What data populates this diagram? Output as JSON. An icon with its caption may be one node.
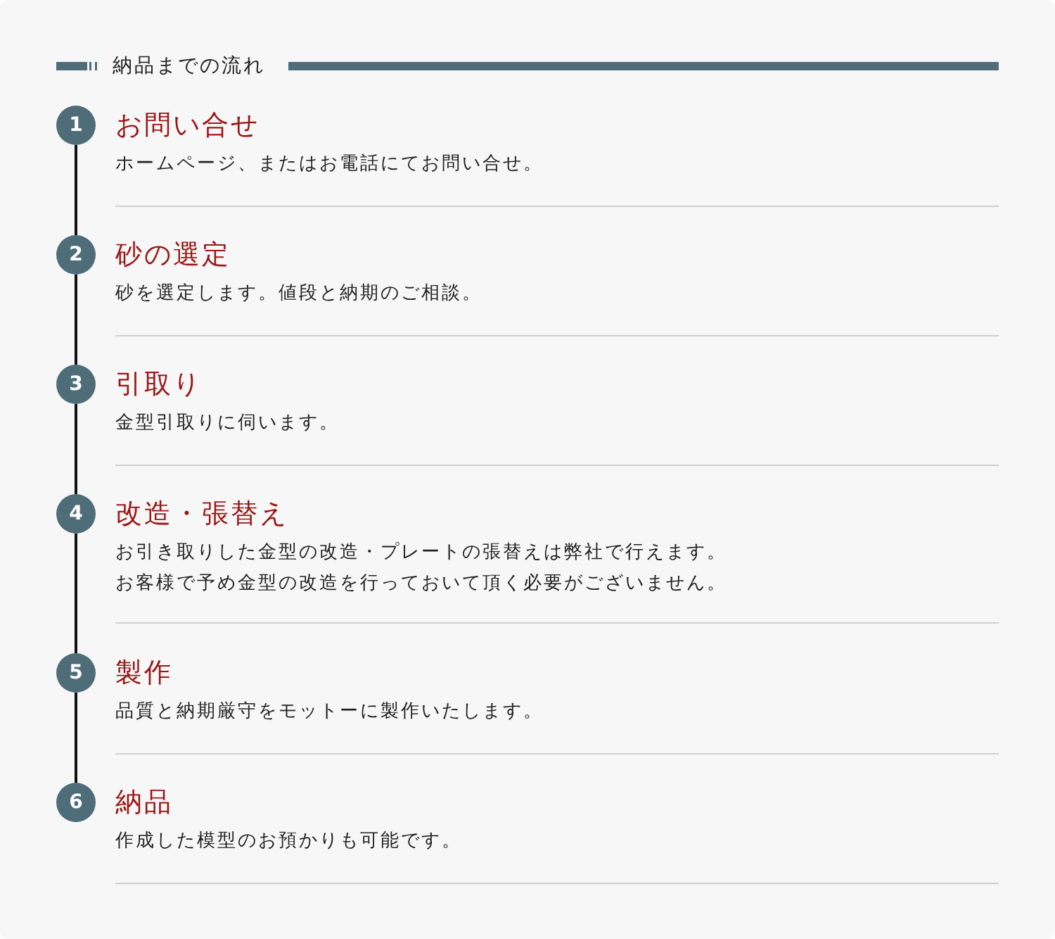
{
  "diagram": {
    "title": "納品までの流れ",
    "nodes": [
      {
        "text": [
          "1"
        ],
        "beside": [
          "お問い合せ",
          "ホームページ、またはお電話にてお問い合せ。"
        ]
      },
      {
        "text": [
          "2"
        ],
        "beside": [
          "砂の選定",
          "砂を選定します。値段と納期のご相談。"
        ]
      },
      {
        "text": [
          "3"
        ],
        "beside": [
          "引取り",
          "金型引取りに伺います。"
        ]
      },
      {
        "text": [
          "4"
        ],
        "beside": [
          "改造・張替え",
          "お引き取りした金型の改造・プレートの張替えは弊社で行えます。お客様で予め金型の改造を行っておいて頂く必要がございません。"
        ]
      },
      {
        "text": [
          "5"
        ],
        "beside": [
          "製作",
          "品質と納期厳守をモットーに製作いたします。"
        ]
      },
      {
        "text": [
          "6"
        ],
        "beside": [
          "納品",
          "作成した模型のお預かりも可能です。"
        ]
      }
    ],
    "edges": [
      {
        "from": 0,
        "to": 1,
        "arrow": "none"
      },
      {
        "from": 1,
        "to": 2,
        "arrow": "none"
      },
      {
        "from": 2,
        "to": 3,
        "arrow": "none"
      },
      {
        "from": 3,
        "to": 4,
        "arrow": "none"
      },
      {
        "from": 4,
        "to": 5,
        "arrow": "none"
      }
    ]
  }
}
